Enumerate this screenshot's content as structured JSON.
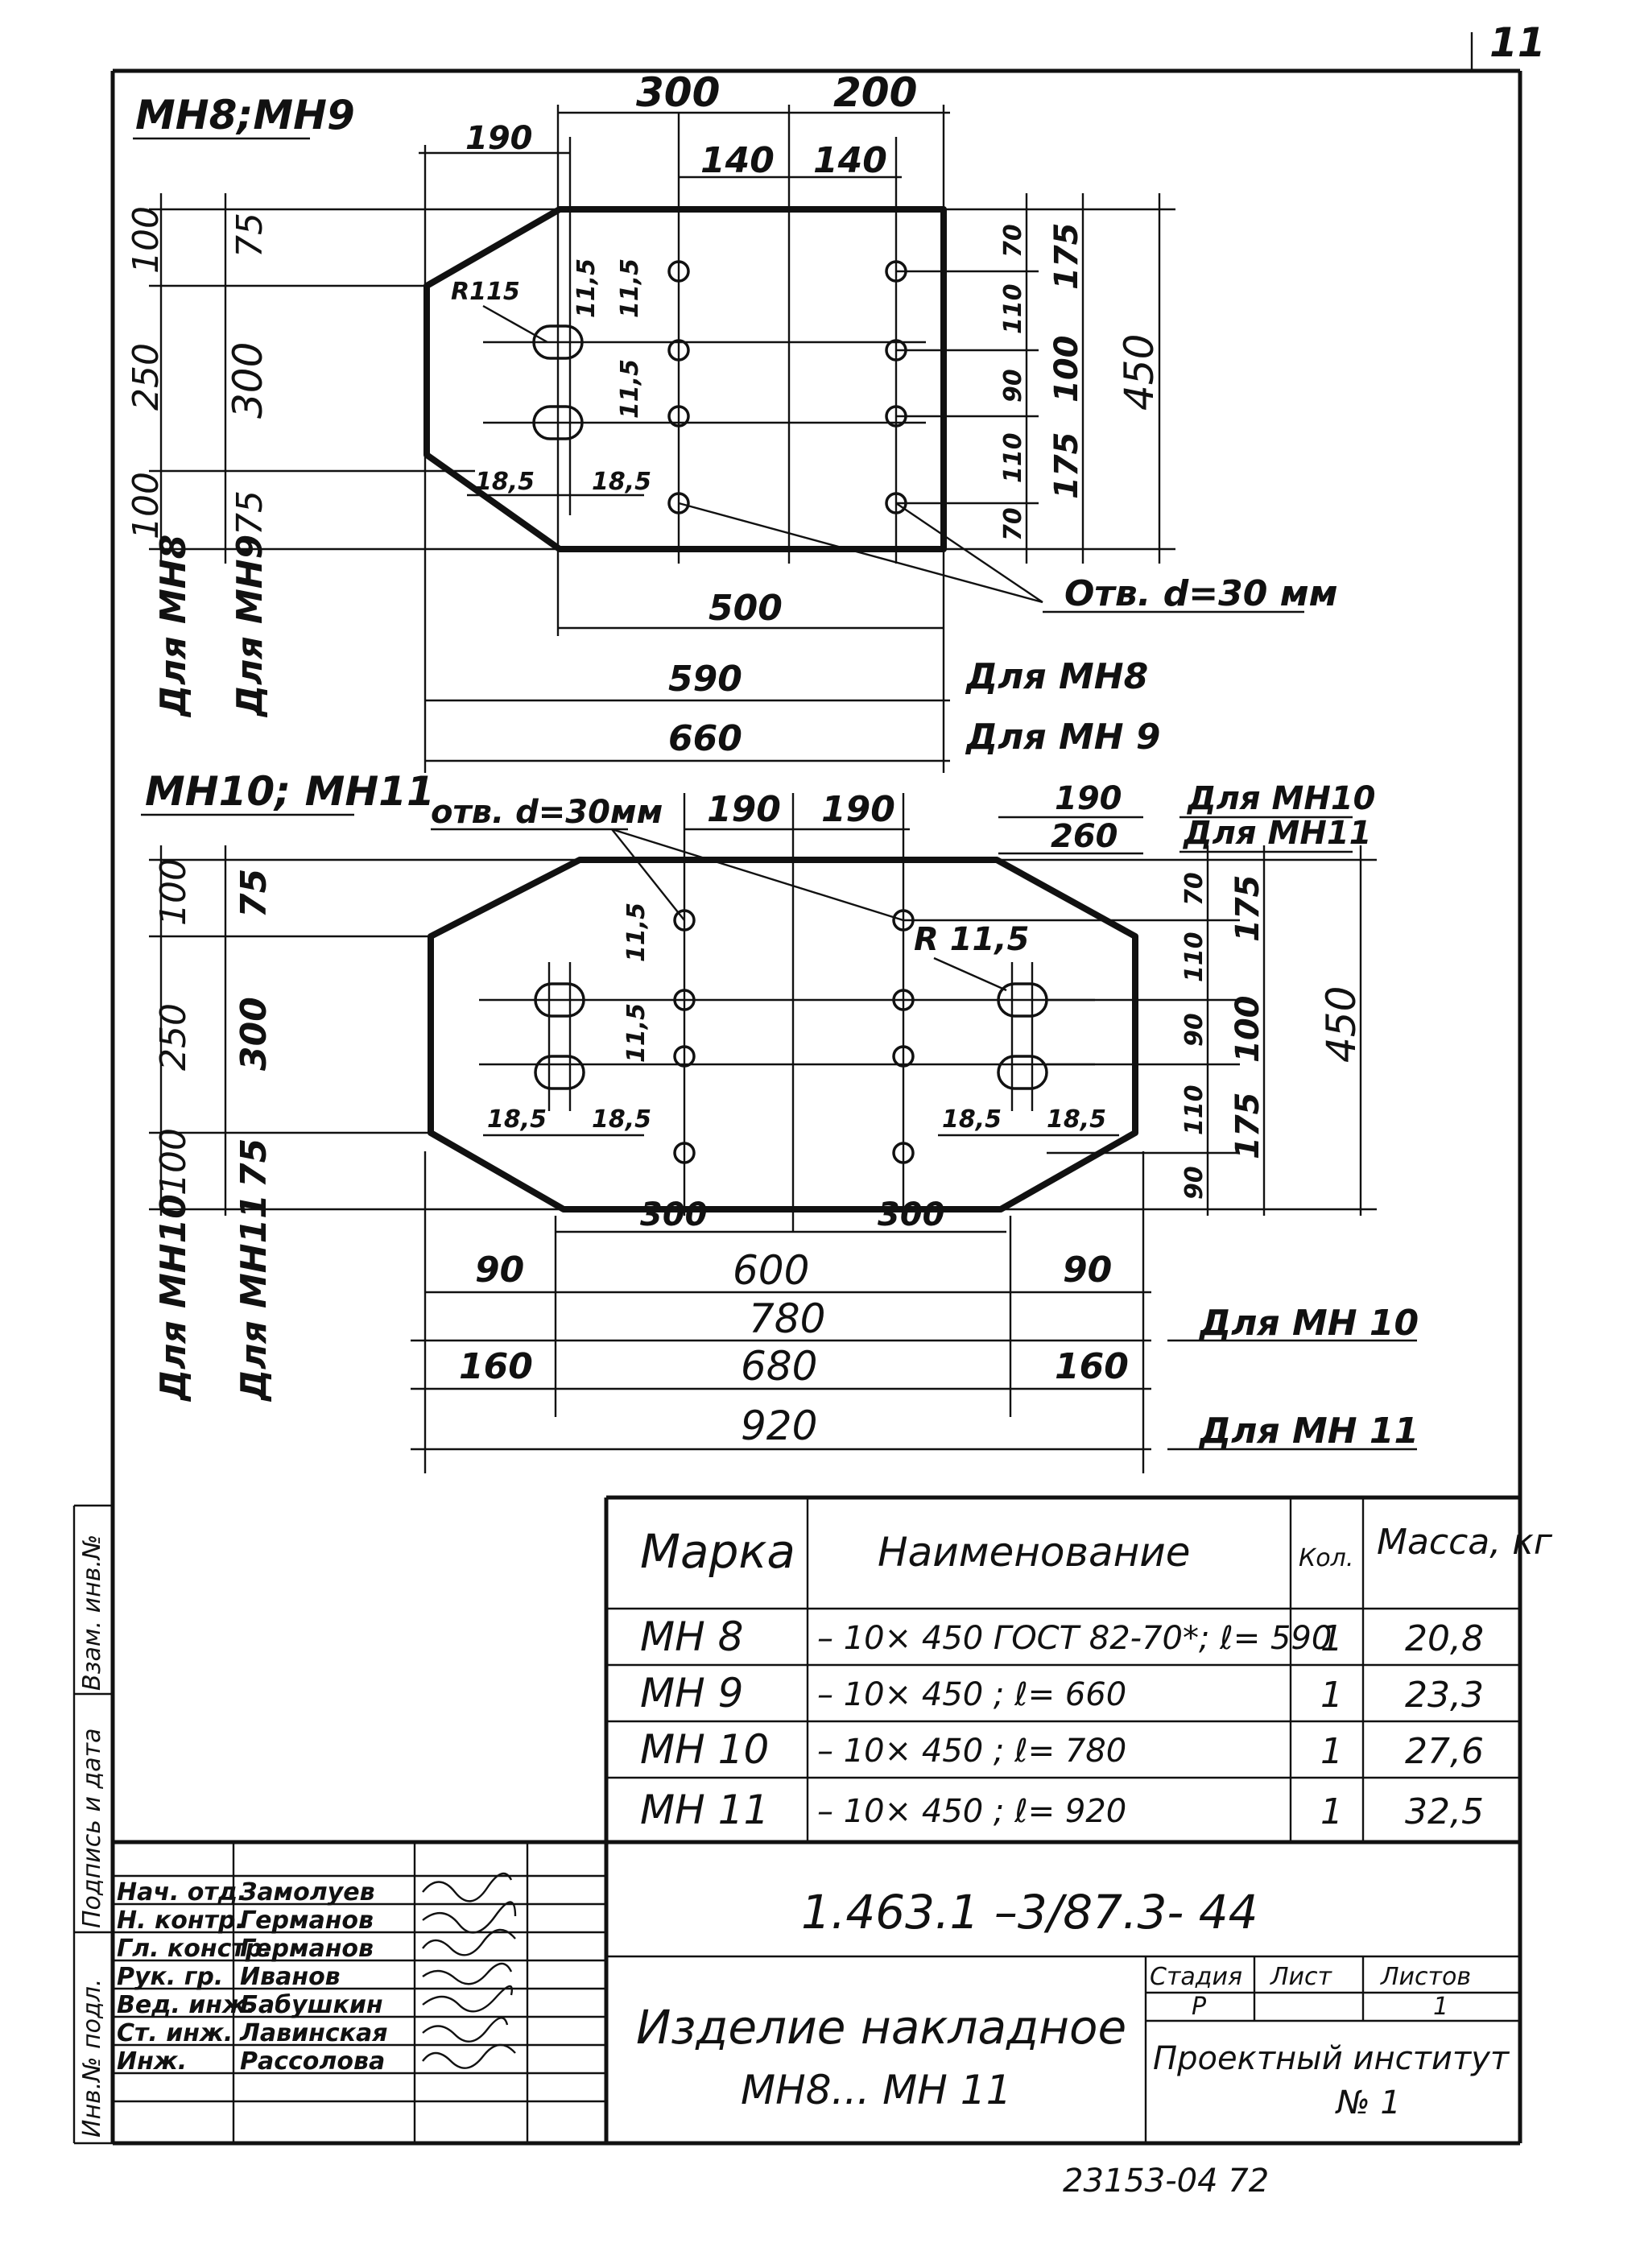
{
  "sheet_number": "11",
  "view1": {
    "title": "МН8;МН9",
    "dims": {
      "d300": "300",
      "d200": "200",
      "d190": "190",
      "d140a": "140",
      "d140b": "140",
      "d100a": "100",
      "d250": "250",
      "d100b": "100",
      "d75a": "75",
      "d300v": "300",
      "d75b": "75",
      "r115": "R115",
      "d115a": "11,5",
      "d115b": "11,5",
      "d115c": "11,5",
      "d185a": "18,5",
      "d185b": "18,5",
      "d70a": "70",
      "d110a": "110",
      "d90": "90",
      "d110b": "110",
      "d70b": "70",
      "d175a": "175",
      "d100c": "100",
      "d175b": "175",
      "d450": "450",
      "d500": "500",
      "d590": "590",
      "d660": "660"
    },
    "hole_note": "Отв. d=30 мм",
    "label_mn8": "Для МН8",
    "label_mn9": "Для МН 9",
    "side_mn8": "Для МН8",
    "side_mn9": "Для МН9"
  },
  "view2": {
    "title": "МН10; МН11",
    "hole_note": "отв. d=30мм",
    "dims": {
      "d190a": "190",
      "d190b": "190",
      "d190c": "190",
      "d260": "260",
      "d100a": "100",
      "d250": "250",
      "d100b": "100",
      "d75a": "75",
      "d300v": "300",
      "d75b": "75",
      "d115a": "11,5",
      "d115b": "11,5",
      "r115": "R 11,5",
      "d185a": "18,5",
      "d185b": "18,5",
      "d185c": "18,5",
      "d185d": "18,5",
      "d70": "70",
      "d110a": "110",
      "d90a": "90",
      "d110b": "110",
      "d90b": "90",
      "d175a": "175",
      "d100c": "100",
      "d175b": "175",
      "d450": "450",
      "d300a": "300",
      "d300b": "300",
      "d90c": "90",
      "d600": "600",
      "d90d": "90",
      "d780": "780",
      "d160a": "160",
      "d680": "680",
      "d160b": "160",
      "d920": "920"
    },
    "label_mn10": "Для МН 10",
    "label_mn11": "Для МН 11",
    "label_mn10_top": "Для МН10",
    "label_mn11_top": "Для МН11",
    "side_mn10": "Для МН10",
    "side_mn11": "Для МН11"
  },
  "spec_table": {
    "headers": [
      "Марка",
      "Наименование",
      "Кол.",
      "Масса, кг"
    ],
    "rows": [
      {
        "mark": "МН 8",
        "name": "– 10× 450 ГОСТ 82-70*; ℓ= 590",
        "qty": "1",
        "mass": "20,8"
      },
      {
        "mark": "МН 9",
        "name": "– 10× 450 ; ℓ= 660",
        "qty": "1",
        "mass": "23,3"
      },
      {
        "mark": "МН 10",
        "name": "– 10× 450 ; ℓ= 780",
        "qty": "1",
        "mass": "27,6"
      },
      {
        "mark": "МН 11",
        "name": "– 10× 450 ; ℓ= 920",
        "qty": "1",
        "mass": "32,5"
      }
    ]
  },
  "title_block": {
    "doc_code": "1.463.1 –3/87.3- 44",
    "product_name_line1": "Изделие накладное",
    "product_name_line2": "МН8... МН 11",
    "stage_label": "Стадия",
    "sheet_label": "Лист",
    "sheets_label": "Листов",
    "stage_value": "Р",
    "sheets_value": "1",
    "org_line1": "Проектный институт",
    "org_line2": "№ 1",
    "signatures": [
      {
        "role": "Нач. отд.",
        "name": "Замолуев"
      },
      {
        "role": "Н. контр.",
        "name": "Германов"
      },
      {
        "role": "Гл. констр.",
        "name": "Германов"
      },
      {
        "role": "Рук. гр.",
        "name": "Иванов"
      },
      {
        "role": "Вед. инж.",
        "name": "Бабушкин"
      },
      {
        "role": "Ст. инж.",
        "name": "Лавинская"
      },
      {
        "role": "Инж.",
        "name": "Рассолова"
      }
    ],
    "side_labels": [
      "Взам. инв.№",
      "Подпись и дата",
      "Инв.№ подл."
    ],
    "bottom_code": "23153-04 72"
  }
}
